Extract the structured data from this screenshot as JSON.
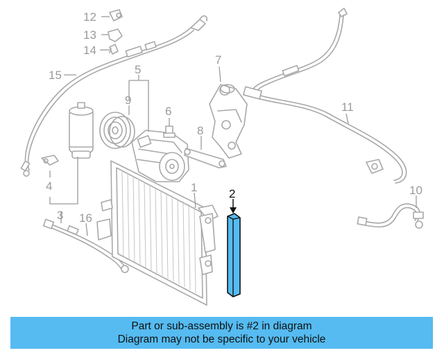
{
  "callouts": {
    "c1": "1",
    "c2": "2",
    "c3": "3",
    "c4": "4",
    "c5": "5",
    "c6": "6",
    "c7": "7",
    "c8": "8",
    "c9": "9",
    "c10": "10",
    "c11": "11",
    "c12": "12",
    "c13": "13",
    "c14": "14",
    "c15": "15",
    "c16": "16"
  },
  "highlight": {
    "part_number": "2",
    "color": "#55bbf1"
  },
  "banner": {
    "line1": "Part or sub-assembly is #2 in diagram",
    "line2": "Diagram may not be specific to your vehicle",
    "background": "#55bbf1"
  }
}
